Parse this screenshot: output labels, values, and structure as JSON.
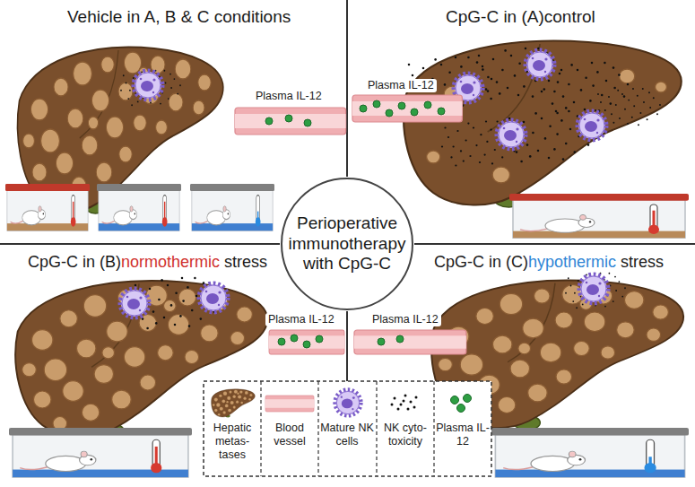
{
  "diagram": {
    "nodes": [
      {
        "text": [
          "Perioperative immunotherapy with CpG-C"
        ]
      }
    ],
    "labels": [
      "Vehicle in A, B & C conditions",
      "Plasma IL-12",
      "CpG-C in (A)control",
      "Plasma IL-12",
      "CpG-C in (B)normothermic stress",
      "Plasma IL-12",
      "CpG-C in (C)hypothermic stress",
      "Plasma IL-12"
    ],
    "legend": [
      {
        "text": "Hepatic metas-tases"
      },
      {
        "text": "Blood vessel"
      },
      {
        "text": "Mature NK cells"
      },
      {
        "text": "NK cyto-toxicity"
      },
      {
        "text": "Plasma IL-12"
      }
    ]
  }
}
